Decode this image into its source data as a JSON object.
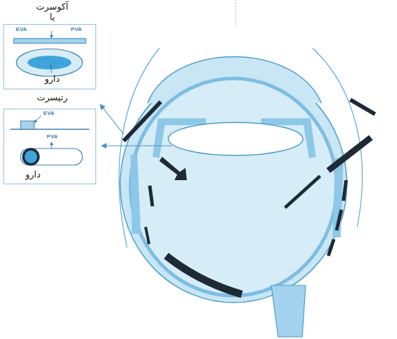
{
  "diagram": {
    "nodes": [
      {
        "text": [
          "آکوسرت",
          "EVA",
          "یا",
          "PVA",
          "دارو"
        ]
      },
      {
        "text": [
          "رتیسرت",
          "EVA",
          "PVA",
          "دارو"
        ]
      }
    ]
  }
}
